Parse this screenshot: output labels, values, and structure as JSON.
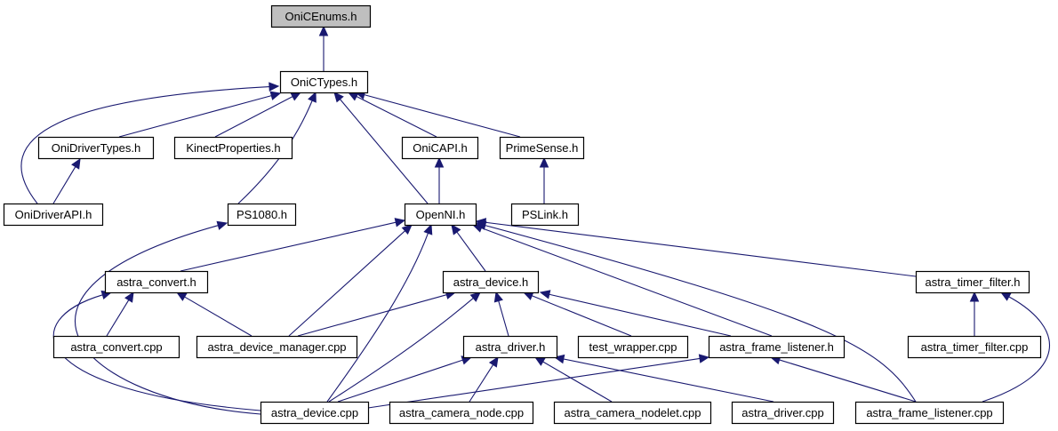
{
  "graph": {
    "title": "Include dependency graph of OniCEnums.h",
    "edge_color": "#191970",
    "root_fill": "#bfbfbf",
    "nodes": [
      {
        "id": "OniCEnums",
        "label": "OniCEnums.h",
        "root": true
      },
      {
        "id": "OniCTypes",
        "label": "OniCTypes.h"
      },
      {
        "id": "OniDriverTypes",
        "label": "OniDriverTypes.h"
      },
      {
        "id": "KinectProperties",
        "label": "KinectProperties.h"
      },
      {
        "id": "OniCAPI",
        "label": "OniCAPI.h"
      },
      {
        "id": "PrimeSense",
        "label": "PrimeSense.h"
      },
      {
        "id": "OniDriverAPI",
        "label": "OniDriverAPI.h"
      },
      {
        "id": "PS1080",
        "label": "PS1080.h"
      },
      {
        "id": "OpenNI",
        "label": "OpenNI.h"
      },
      {
        "id": "PSLink",
        "label": "PSLink.h"
      },
      {
        "id": "astra_convert_h",
        "label": "astra_convert.h"
      },
      {
        "id": "astra_device_h",
        "label": "astra_device.h"
      },
      {
        "id": "astra_timer_filter_h",
        "label": "astra_timer_filter.h"
      },
      {
        "id": "astra_convert_cpp",
        "label": "astra_convert.cpp"
      },
      {
        "id": "astra_device_manager_cpp",
        "label": "astra_device_manager.cpp"
      },
      {
        "id": "astra_driver_h",
        "label": "astra_driver.h"
      },
      {
        "id": "test_wrapper_cpp",
        "label": "test_wrapper.cpp"
      },
      {
        "id": "astra_frame_listener_h",
        "label": "astra_frame_listener.h"
      },
      {
        "id": "astra_timer_filter_cpp",
        "label": "astra_timer_filter.cpp"
      },
      {
        "id": "astra_device_cpp",
        "label": "astra_device.cpp"
      },
      {
        "id": "astra_camera_node_cpp",
        "label": "astra_camera_node.cpp"
      },
      {
        "id": "astra_camera_nodelet_cpp",
        "label": "astra_camera_nodelet.cpp"
      },
      {
        "id": "astra_driver_cpp",
        "label": "astra_driver.cpp"
      },
      {
        "id": "astra_frame_listener_cpp",
        "label": "astra_frame_listener.cpp"
      }
    ],
    "edges": [
      {
        "from": "OniCTypes",
        "to": "OniCEnums"
      },
      {
        "from": "OniDriverTypes",
        "to": "OniCTypes"
      },
      {
        "from": "KinectProperties",
        "to": "OniCTypes"
      },
      {
        "from": "OniCAPI",
        "to": "OniCTypes"
      },
      {
        "from": "PrimeSense",
        "to": "OniCTypes"
      },
      {
        "from": "OniDriverAPI",
        "to": "OniCTypes"
      },
      {
        "from": "PS1080",
        "to": "OniCTypes"
      },
      {
        "from": "OpenNI",
        "to": "OniCTypes"
      },
      {
        "from": "OniDriverAPI",
        "to": "OniDriverTypes"
      },
      {
        "from": "OpenNI",
        "to": "OniCAPI"
      },
      {
        "from": "PSLink",
        "to": "PrimeSense"
      },
      {
        "from": "astra_device_cpp",
        "to": "PS1080"
      },
      {
        "from": "astra_convert_h",
        "to": "OpenNI"
      },
      {
        "from": "astra_device_manager_cpp",
        "to": "OpenNI"
      },
      {
        "from": "astra_device_cpp",
        "to": "OpenNI"
      },
      {
        "from": "astra_device_h",
        "to": "OpenNI"
      },
      {
        "from": "astra_frame_listener_h",
        "to": "OpenNI"
      },
      {
        "from": "astra_frame_listener_cpp",
        "to": "OpenNI"
      },
      {
        "from": "astra_timer_filter_h",
        "to": "OpenNI"
      },
      {
        "from": "astra_convert_cpp",
        "to": "astra_convert_h"
      },
      {
        "from": "astra_device_manager_cpp",
        "to": "astra_convert_h"
      },
      {
        "from": "astra_device_cpp",
        "to": "astra_convert_h"
      },
      {
        "from": "astra_device_manager_cpp",
        "to": "astra_device_h"
      },
      {
        "from": "astra_device_cpp",
        "to": "astra_device_h"
      },
      {
        "from": "astra_driver_h",
        "to": "astra_device_h"
      },
      {
        "from": "test_wrapper_cpp",
        "to": "astra_device_h"
      },
      {
        "from": "astra_frame_listener_h",
        "to": "astra_device_h"
      },
      {
        "from": "astra_timer_filter_cpp",
        "to": "astra_timer_filter_h"
      },
      {
        "from": "astra_frame_listener_cpp",
        "to": "astra_timer_filter_h"
      },
      {
        "from": "astra_device_cpp",
        "to": "astra_driver_h"
      },
      {
        "from": "astra_camera_node_cpp",
        "to": "astra_driver_h"
      },
      {
        "from": "astra_camera_nodelet_cpp",
        "to": "astra_driver_h"
      },
      {
        "from": "astra_driver_cpp",
        "to": "astra_driver_h"
      },
      {
        "from": "astra_device_cpp",
        "to": "astra_frame_listener_h"
      },
      {
        "from": "astra_frame_listener_cpp",
        "to": "astra_frame_listener_h"
      }
    ]
  }
}
